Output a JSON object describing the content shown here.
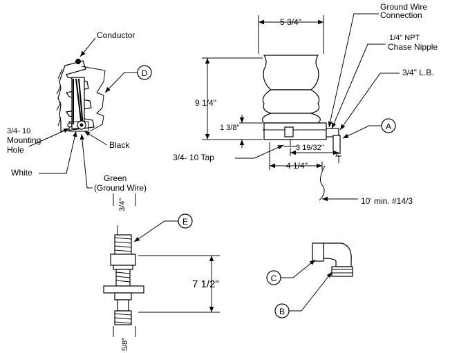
{
  "left_assembly": {
    "conductor": "Conductor",
    "callout_d": "D",
    "mounting_hole_1": "3/4- 10",
    "mounting_hole_2": "Mounting",
    "mounting_hole_3": "Hole",
    "black": "Black",
    "white": "White",
    "green_1": "Green",
    "green_2": "(Ground Wire)"
  },
  "right_assembly": {
    "width_dim": "5 3/4\"",
    "height_dim": "9 1/4\"",
    "base_dim": "1 3/8\"",
    "tap": "3/4- 10 Tap",
    "dim_3_19_32": "3 19/32\"",
    "dim_4_1_4": "4 1/4\"",
    "ground_wire_1": "Ground Wire",
    "ground_wire_2": "Connection",
    "npt_1": "1/4\" NPT",
    "npt_2": "Chase Nipple",
    "lb": "3/4\" L.B.",
    "callout_a": "A",
    "wire": "10' min. #14/3"
  },
  "stud_assembly": {
    "top_dim": "3/4\"",
    "callout_e": "E",
    "length_dim": "7 1/2\"",
    "bottom_dim": "5/8\""
  },
  "fittings": {
    "callout_c": "C",
    "callout_b": "B"
  }
}
